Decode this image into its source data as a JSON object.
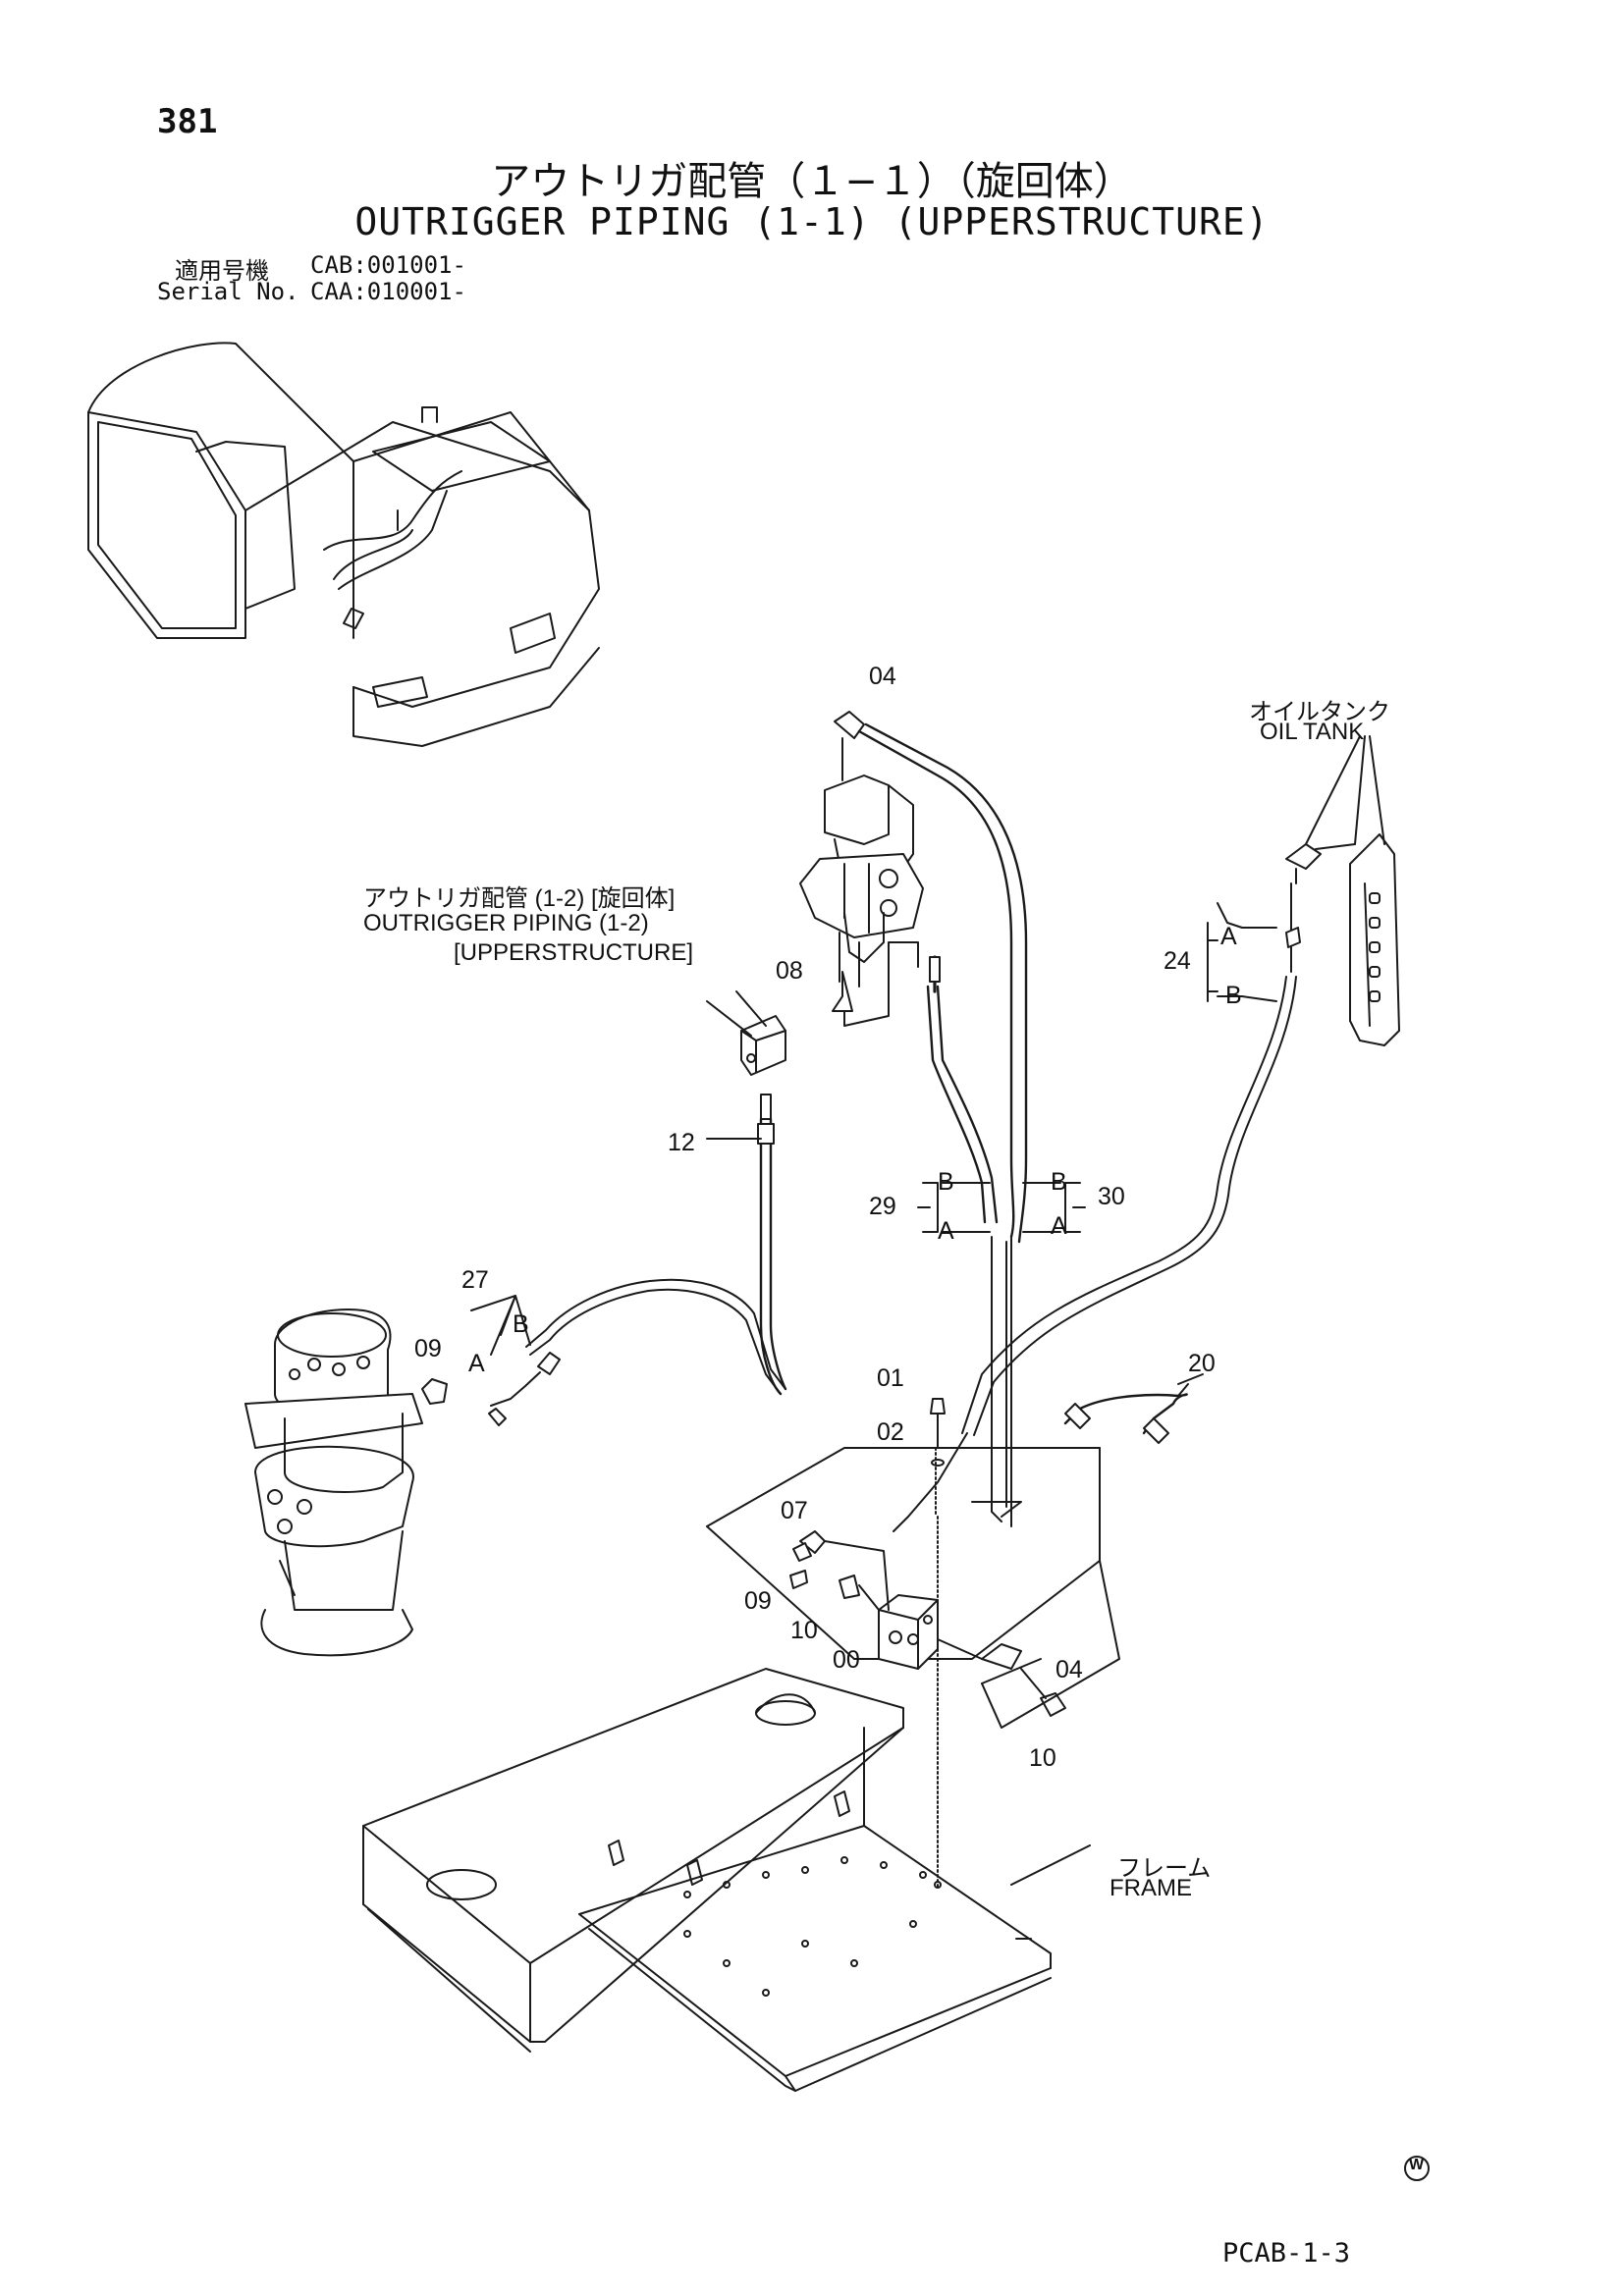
{
  "page_number": "381",
  "title_jp": "アウトリガ配管（１−１）（旋回体）",
  "title_en": "OUTRIGGER PIPING (1-1) (UPPERSTRUCTURE)",
  "serial": {
    "row1_label": "適用号機",
    "row1_value": "CAB:001001-",
    "row2_label": "Serial No.",
    "row2_value": "CAA:010001-"
  },
  "callouts": {
    "ref_jp": "アウトリガ配管 (1-2) [旋回体]",
    "ref_en1": "OUTRIGGER PIPING (1-2)",
    "ref_en2": "[UPPERSTRUCTURE]",
    "oil_tank_jp": "オイルタンク",
    "oil_tank_en": "OIL TANK",
    "frame_jp": "フレーム",
    "frame_en": "FRAME"
  },
  "part_numbers": {
    "p04_top": "04",
    "p08": "08",
    "p24": "24",
    "p12": "12",
    "p29": "29",
    "p30": "30",
    "p27": "27",
    "p09_left": "09",
    "p01": "01",
    "p02": "02",
    "p20": "20",
    "p07": "07",
    "p09_mid": "09",
    "p10_mid": "10",
    "p00": "00",
    "p04_bot": "04",
    "p10_bot": "10"
  },
  "end_labels": {
    "a24": "A",
    "b24": "B",
    "b29": "B",
    "a29": "A",
    "b30": "B",
    "a30": "A",
    "b27": "B",
    "a27": "A"
  },
  "footer": {
    "mark": "W",
    "code": "PCAB-1-3"
  }
}
